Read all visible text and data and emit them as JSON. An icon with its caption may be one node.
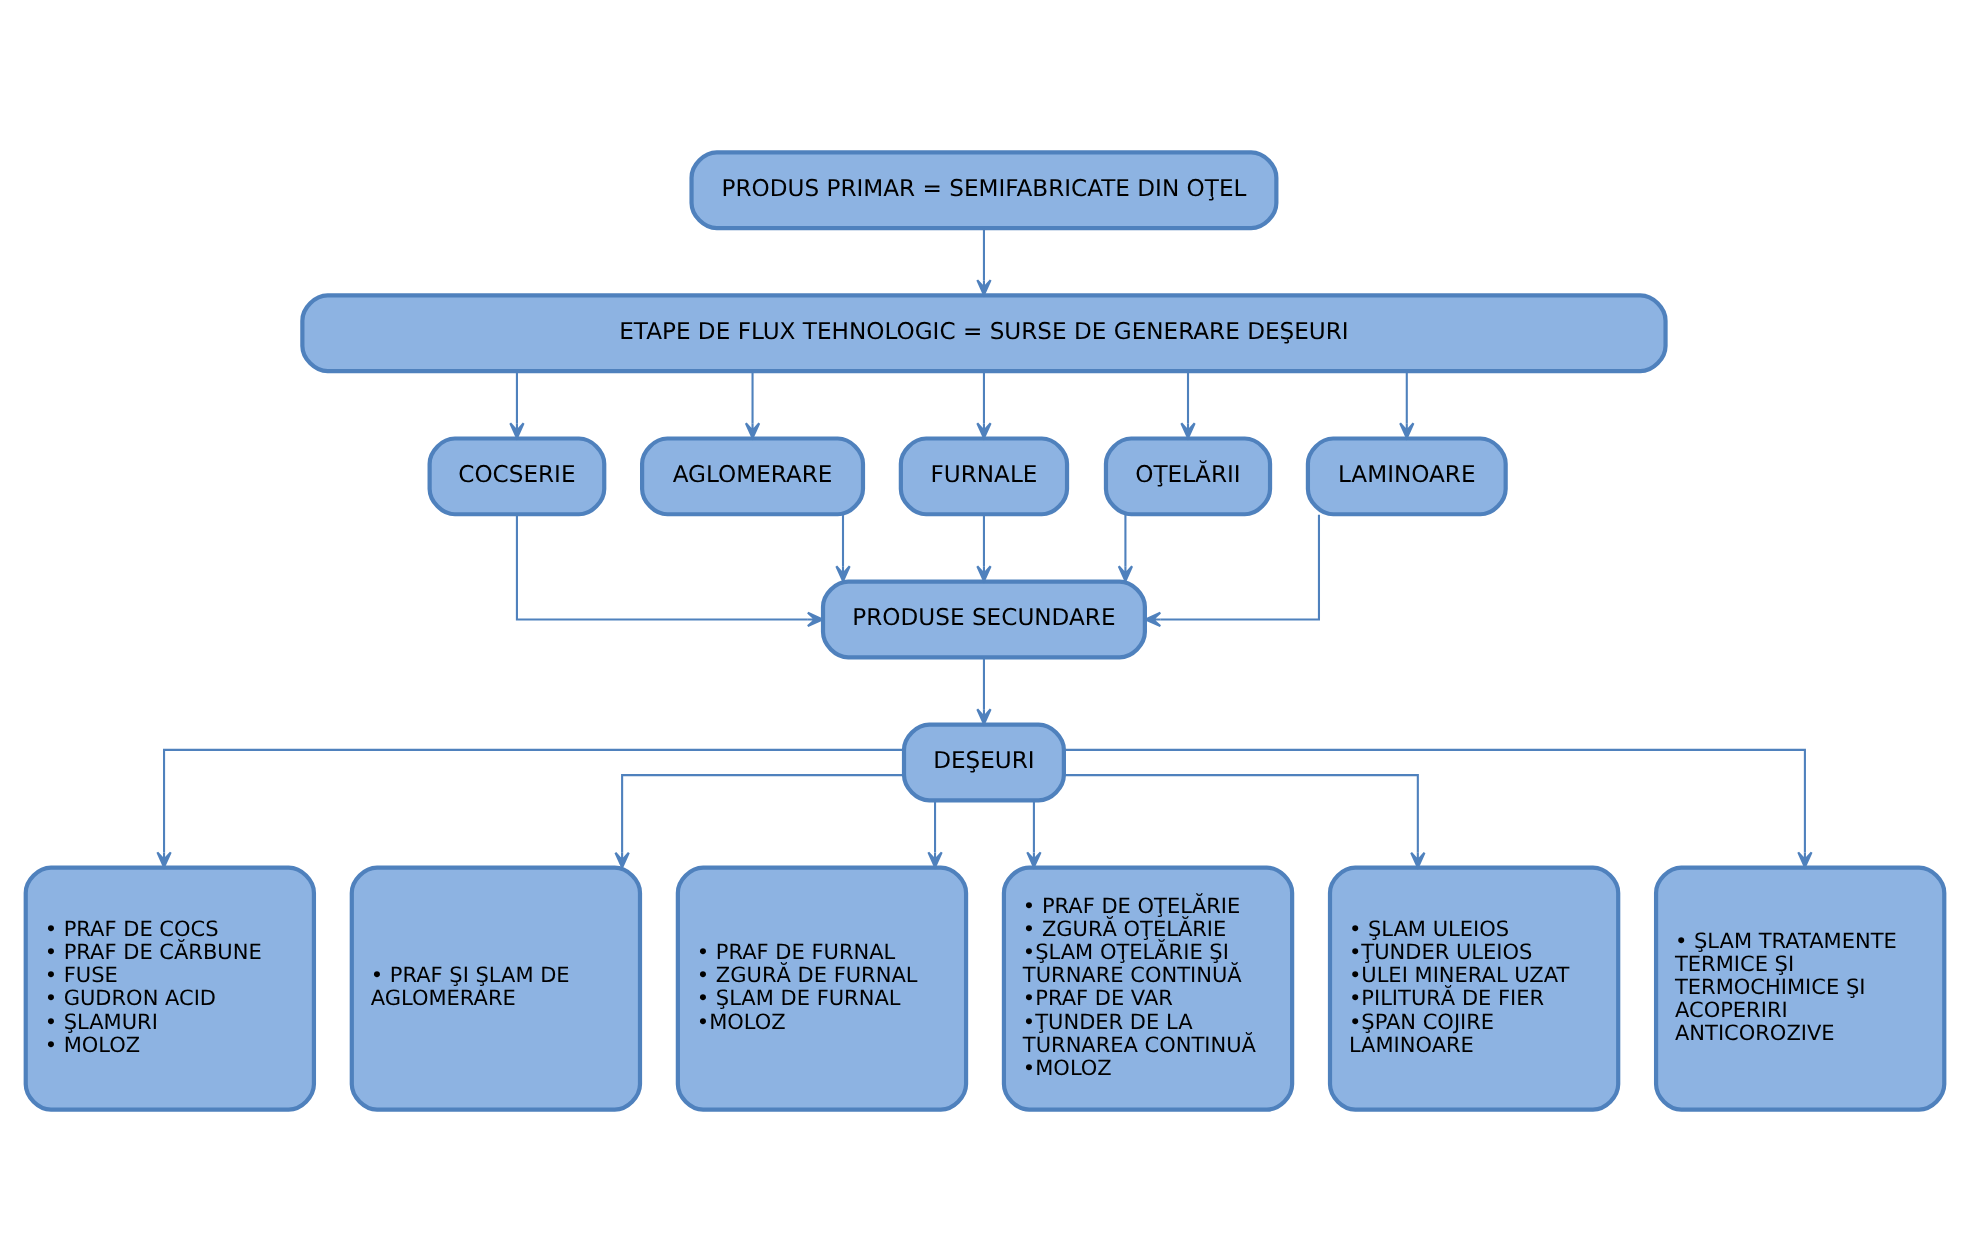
{
  "diagram": {
    "nodes": [
      {
        "text": [
          "PRODUS PRIMAR = SEMIFABRICATE DIN OŢEL"
        ]
      },
      {
        "text": [
          "ETAPE DE FLUX TEHNOLOGIC = SURSE DE GENERARE DEŞEURI"
        ]
      },
      {
        "text": [
          "COCSERIE"
        ]
      },
      {
        "text": [
          "AGLOMERARE"
        ]
      },
      {
        "text": [
          "FURNALE"
        ]
      },
      {
        "text": [
          "OŢELĂRII"
        ]
      },
      {
        "text": [
          "LAMINOARE"
        ]
      },
      {
        "text": [
          "PRODUSE SECUNDARE"
        ]
      },
      {
        "text": [
          "DEŞEURI"
        ]
      },
      {
        "text": [
          "• PRAF DE COCS",
          "• PRAF DE CĂRBUNE",
          "• FUSE",
          "• GUDRON ACID",
          "• ŞLAMURI",
          "• MOLOZ"
        ]
      },
      {
        "text": [
          "• PRAF ŞI ŞLAM DE AGLOMERARE"
        ]
      },
      {
        "text": [
          "• PRAF DE FURNAL",
          "• ZGURĂ DE FURNAL",
          "• ŞLAM DE FURNAL",
          "•MOLOZ"
        ]
      },
      {
        "text": [
          "• PRAF DE OŢELĂRIE",
          "• ZGURĂ OŢELĂRIE",
          "•ŞLAM OŢELĂRIE ŞI TURNARE CONTINUĂ",
          "•PRAF DE VAR",
          "•ŢUNDER DE LA TURNAREA CONTINUĂ",
          "•MOLOZ"
        ]
      },
      {
        "text": [
          "• ŞLAM ULEIOS",
          "•ŢUNDER ULEIOS",
          "•ULEI MINERAL UZAT",
          "•PILITURĂ DE FIER",
          "•ŞPAN COJIRE LAMINOARE"
        ]
      },
      {
        "text": [
          "• ŞLAM TRATAMENTE TERMICE ŞI TERMOCHIMICE ŞI ACOPERIRI ANTICOROZIVE"
        ]
      }
    ],
    "edges": [
      {
        "from": 0,
        "to": 1,
        "arrow": "to"
      },
      {
        "from": 1,
        "to": 2,
        "arrow": "to"
      },
      {
        "from": 1,
        "to": 3,
        "arrow": "to"
      },
      {
        "from": 1,
        "to": 4,
        "arrow": "to"
      },
      {
        "from": 1,
        "to": 5,
        "arrow": "to"
      },
      {
        "from": 1,
        "to": 6,
        "arrow": "to"
      },
      {
        "from": 2,
        "to": 7,
        "arrow": "to"
      },
      {
        "from": 3,
        "to": 7,
        "arrow": "to"
      },
      {
        "from": 4,
        "to": 7,
        "arrow": "to"
      },
      {
        "from": 5,
        "to": 7,
        "arrow": "to"
      },
      {
        "from": 6,
        "to": 7,
        "arrow": "to"
      },
      {
        "from": 7,
        "to": 8,
        "arrow": "to"
      },
      {
        "from": 8,
        "to": 9,
        "arrow": "to"
      },
      {
        "from": 8,
        "to": 10,
        "arrow": "to"
      },
      {
        "from": 8,
        "to": 11,
        "arrow": "to"
      },
      {
        "from": 8,
        "to": 12,
        "arrow": "to"
      },
      {
        "from": 8,
        "to": 13,
        "arrow": "to"
      },
      {
        "from": 8,
        "to": 14,
        "arrow": "to"
      }
    ]
  }
}
